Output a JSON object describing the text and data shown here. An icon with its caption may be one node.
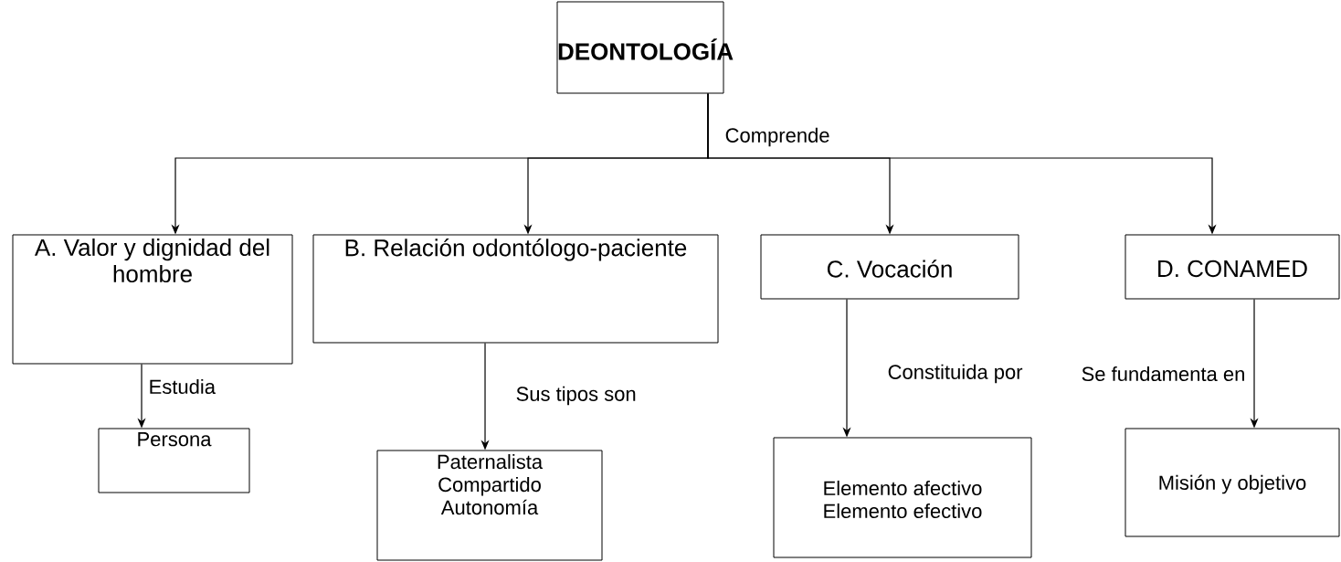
{
  "diagram": {
    "nodes": [
      {
        "text": [
          "DEONTOLOGÍA"
        ]
      },
      {
        "text": [
          "A. Valor y dignidad del hombre"
        ]
      },
      {
        "text": [
          "B. Relación odontólogo-paciente"
        ]
      },
      {
        "text": [
          "C. Vocación"
        ]
      },
      {
        "text": [
          "D. CONAMED"
        ]
      },
      {
        "text": [
          "Persona"
        ]
      },
      {
        "text": [
          "Paternalista",
          "Compartido",
          "Autonomía"
        ]
      },
      {
        "text": [
          "Elemento afectivo",
          "Elemento efectivo"
        ]
      },
      {
        "text": [
          "Misión y objetivo"
        ]
      }
    ],
    "edges": [
      {
        "from": 0,
        "to": 1,
        "arrow": "to"
      },
      {
        "from": 0,
        "to": 2,
        "arrow": "to"
      },
      {
        "from": 0,
        "to": 3,
        "arrow": "to"
      },
      {
        "from": 0,
        "to": 4,
        "arrow": "to"
      },
      {
        "from": 1,
        "to": 5,
        "arrow": "to",
        "label": "Estudia"
      },
      {
        "from": 2,
        "to": 6,
        "arrow": "to",
        "label": "Sus tipos son"
      },
      {
        "from": 3,
        "to": 7,
        "arrow": "to",
        "label": "Constituida por"
      },
      {
        "from": 4,
        "to": 8,
        "arrow": "to",
        "label": "Se fundamenta en"
      }
    ],
    "labels": [
      "Comprende"
    ]
  }
}
